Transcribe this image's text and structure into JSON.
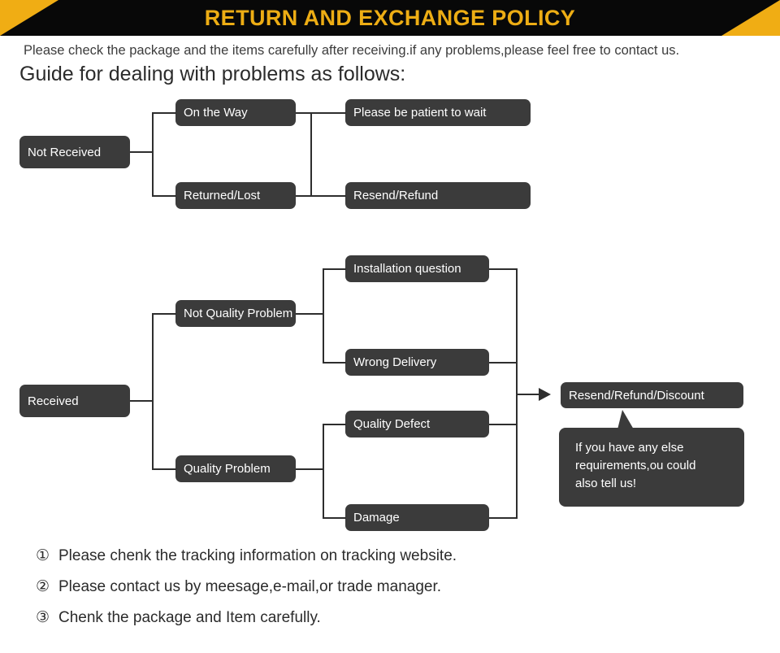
{
  "header": {
    "title": "RETURN AND EXCHANGE POLICY",
    "bg_color": "#080808",
    "accent_color": "#f0ad14",
    "title_color": "#edad14"
  },
  "intro": {
    "line": "Please check the package and the items carefully after receiving.if any problems,please feel free to contact us.",
    "heading": "Guide for dealing with problems as follows:"
  },
  "flow_not_received": {
    "root": "Not Received",
    "branches": [
      {
        "label": "On the Way",
        "outcome": "Please be patient to wait"
      },
      {
        "label": "Returned/Lost",
        "outcome": "Resend/Refund"
      }
    ]
  },
  "flow_received": {
    "root": "Received",
    "branches": [
      {
        "label": "Not Quality Problem",
        "leaves": [
          "Installation question",
          "Wrong Delivery"
        ]
      },
      {
        "label": "Quality Problem",
        "leaves": [
          "Quality Defect",
          "Damage"
        ]
      }
    ],
    "outcome": "Resend/Refund/Discount",
    "note": "If you have any else requirements,ou could also tell us!"
  },
  "notes": [
    {
      "num": "①",
      "text": "Please chenk the tracking information on tracking website."
    },
    {
      "num": "②",
      "text": "Please contact us by meesage,e-mail,or trade manager."
    },
    {
      "num": "③",
      "text": "Chenk the package and Item carefully."
    }
  ],
  "colors": {
    "node_bg": "#3b3b3b",
    "node_text": "#ffffff",
    "line": "#2e2e2e",
    "body_text": "#2b2b2b"
  }
}
